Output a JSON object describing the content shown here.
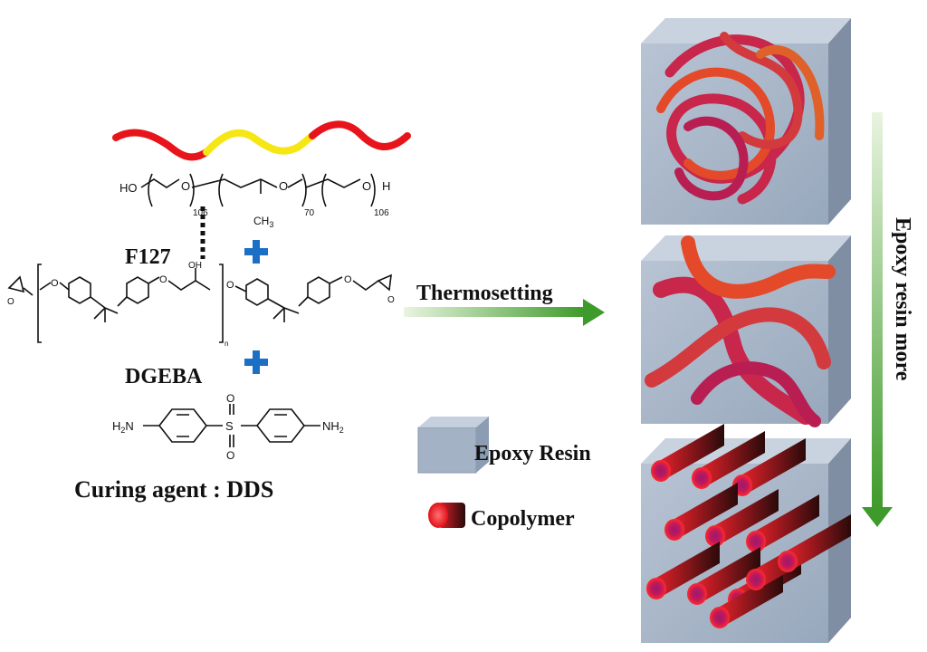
{
  "labels": {
    "f127": "F127",
    "dgeba": "DGEBA",
    "curing_agent": "Curing agent : DDS",
    "thermosetting": "Thermosetting",
    "epoxy_resin": "Epoxy Resin",
    "copolymer": "Copolymer",
    "epoxy_more": "Epoxy resin more"
  },
  "f127_formula": {
    "ho": "HO",
    "o1": "O",
    "sub1": "106",
    "ch3": "CH",
    "ch3_sub": "3",
    "o2": "O",
    "sub2": "70",
    "o3": "O",
    "sub3": "106",
    "h": "H"
  },
  "dgeba_formula": {
    "o_left": "O",
    "oh": "OH",
    "o_mid": "O",
    "o_mid2": "O",
    "o_right": "O",
    "n": "n"
  },
  "dds_formula": {
    "h2n": "H",
    "h2n_sub": "2",
    "h2n_n": "N",
    "s": "S",
    "o_top": "O",
    "o_bottom": "O",
    "nh2": "NH",
    "nh2_sub": "2"
  },
  "colors": {
    "peo_block": "#e8141b",
    "ppo_block": "#f5e614",
    "plus": "#1b6fc4",
    "arrow": "#4fa42e",
    "cube_face": "#a9b7c9",
    "copolymer": "#d1222a"
  }
}
